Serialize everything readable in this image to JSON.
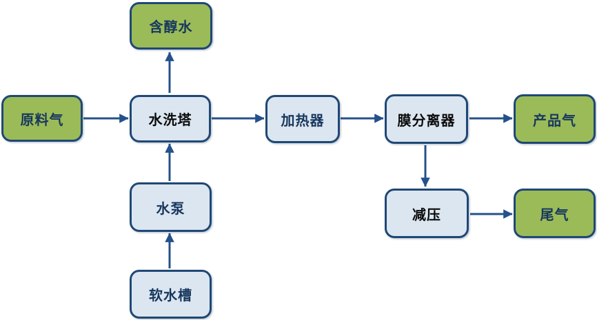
{
  "diagram": {
    "type": "flowchart",
    "description_language": "zh",
    "colors": {
      "green_fill": "#9BBB59",
      "light_fill": "#DCE6F1",
      "border": "#1F4874",
      "arrow": "#24518B",
      "text_navy": "#17375D",
      "text_black": "#0A0A0A",
      "background": "#FFFFFF"
    },
    "nodes": {
      "alcohol_water": {
        "label": "含醇水",
        "kind": "stream-green"
      },
      "feed_gas": {
        "label": "原料气",
        "kind": "stream-green"
      },
      "wash_tower": {
        "label": "水洗塔",
        "kind": "unit-light"
      },
      "heater": {
        "label": "加热器",
        "kind": "unit-light"
      },
      "membrane_separator": {
        "label": "膜分离器",
        "kind": "unit-light"
      },
      "product_gas": {
        "label": "产品气",
        "kind": "stream-green"
      },
      "water_pump": {
        "label": "水泵",
        "kind": "unit-light"
      },
      "pressure_reduction": {
        "label": "减压",
        "kind": "unit-light"
      },
      "tail_gas": {
        "label": "尾气",
        "kind": "stream-green"
      },
      "soft_water_tank": {
        "label": "软水槽",
        "kind": "unit-light"
      }
    },
    "edges": [
      {
        "from": "feed_gas",
        "to": "wash_tower"
      },
      {
        "from": "wash_tower",
        "to": "alcohol_water"
      },
      {
        "from": "wash_tower",
        "to": "heater"
      },
      {
        "from": "heater",
        "to": "membrane_separator"
      },
      {
        "from": "membrane_separator",
        "to": "product_gas"
      },
      {
        "from": "membrane_separator",
        "to": "pressure_reduction"
      },
      {
        "from": "pressure_reduction",
        "to": "tail_gas"
      },
      {
        "from": "water_pump",
        "to": "wash_tower"
      },
      {
        "from": "soft_water_tank",
        "to": "water_pump"
      }
    ]
  }
}
